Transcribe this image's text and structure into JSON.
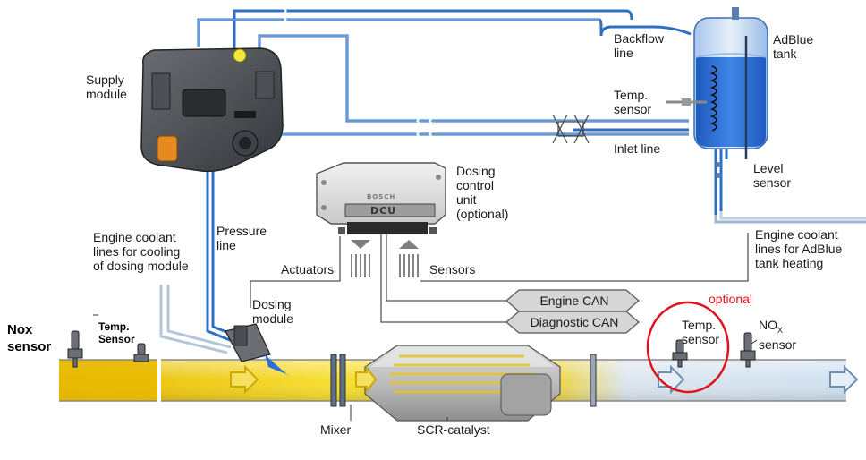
{
  "labels": {
    "supply_module": "Supply\nmodule",
    "backflow_line": "Backflow\nline",
    "adblue_tank": "AdBlue\ntank",
    "temp_sensor_tank": "Temp.\nsensor",
    "inlet_line": "Inlet line",
    "level_sensor": "Level\nsensor",
    "dosing_control_unit": "Dosing\ncontrol\nunit\n(optional)",
    "dcu_chip": "DCU",
    "dcu_brand": "BOSCH",
    "pressure_line": "Pressure\nline",
    "coolant_dosing": "Engine coolant\nlines for cooling\nof dosing module",
    "coolant_tank": "Engine coolant\nlines for AdBlue\ntank heating",
    "actuators": "Actuators",
    "sensors": "Sensors",
    "engine_can": "Engine CAN",
    "diagnostic_can": "Diagnostic CAN",
    "dosing_module": "Dosing\nmodule",
    "nox_sensor_left": "Nox\nsensor",
    "temp_sensor_left": "Temp.\nSensor",
    "optional": "optional",
    "temp_sensor_right": "Temp.\nsensor",
    "nox_right_prefix": "NO",
    "nox_right_sub": "X",
    "nox_right_suffix": "sensor",
    "mixer": "Mixer",
    "scr_catalyst": "SCR-catalyst"
  },
  "colors": {
    "pipe_blue": "#2f6fc0",
    "exhaust_hot": "#f2d21a",
    "exhaust_cool": "#cfe0ef",
    "adblue": "#2d6fd2",
    "optional_red": "#e0141e"
  },
  "icons": {
    "supply_module": "pump-module-icon",
    "dcu": "control-unit-icon",
    "tank": "tank-icon",
    "sensor": "sensor-probe-icon",
    "catalyst": "catalyst-icon",
    "flow": "flow-arrow-icon"
  }
}
